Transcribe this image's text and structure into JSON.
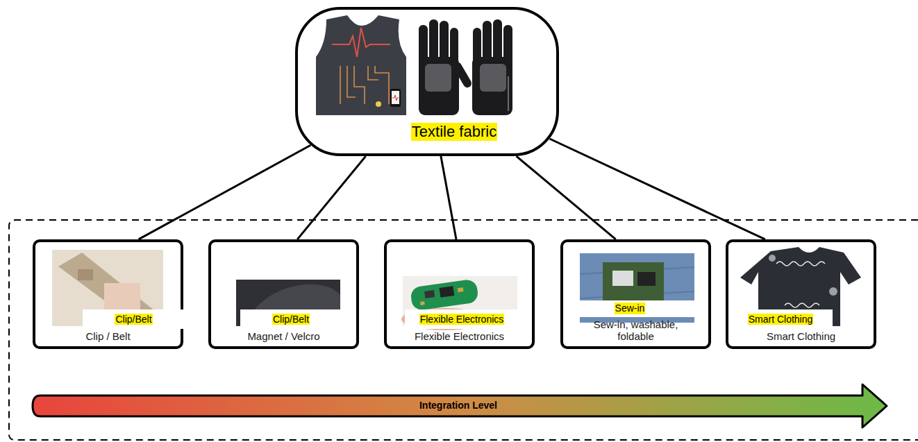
{
  "diagram": {
    "nodes": [
      {
        "text": [
          "Textile fabric"
        ]
      },
      {
        "text": [
          "Clip/Belt",
          "Clip / Belt"
        ]
      },
      {
        "text": [
          "Clip/Belt",
          "Magnet / Velcro"
        ]
      },
      {
        "text": [
          "Flexible Electronics",
          "Flexible Electronics"
        ]
      },
      {
        "text": [
          "Sew-in",
          "Sew-in, washable, foldable"
        ]
      },
      {
        "text": [
          "Smart Clothing",
          "Smart Clothing"
        ]
      }
    ],
    "edges": [
      {
        "from": 0,
        "to": 1,
        "arrow": "none"
      },
      {
        "from": 0,
        "to": 2,
        "arrow": "none"
      },
      {
        "from": 0,
        "to": 3,
        "arrow": "none"
      },
      {
        "from": 0,
        "to": 4,
        "arrow": "none"
      },
      {
        "from": 0,
        "to": 5,
        "arrow": "none"
      }
    ],
    "labels": [
      "Integration Level"
    ]
  }
}
